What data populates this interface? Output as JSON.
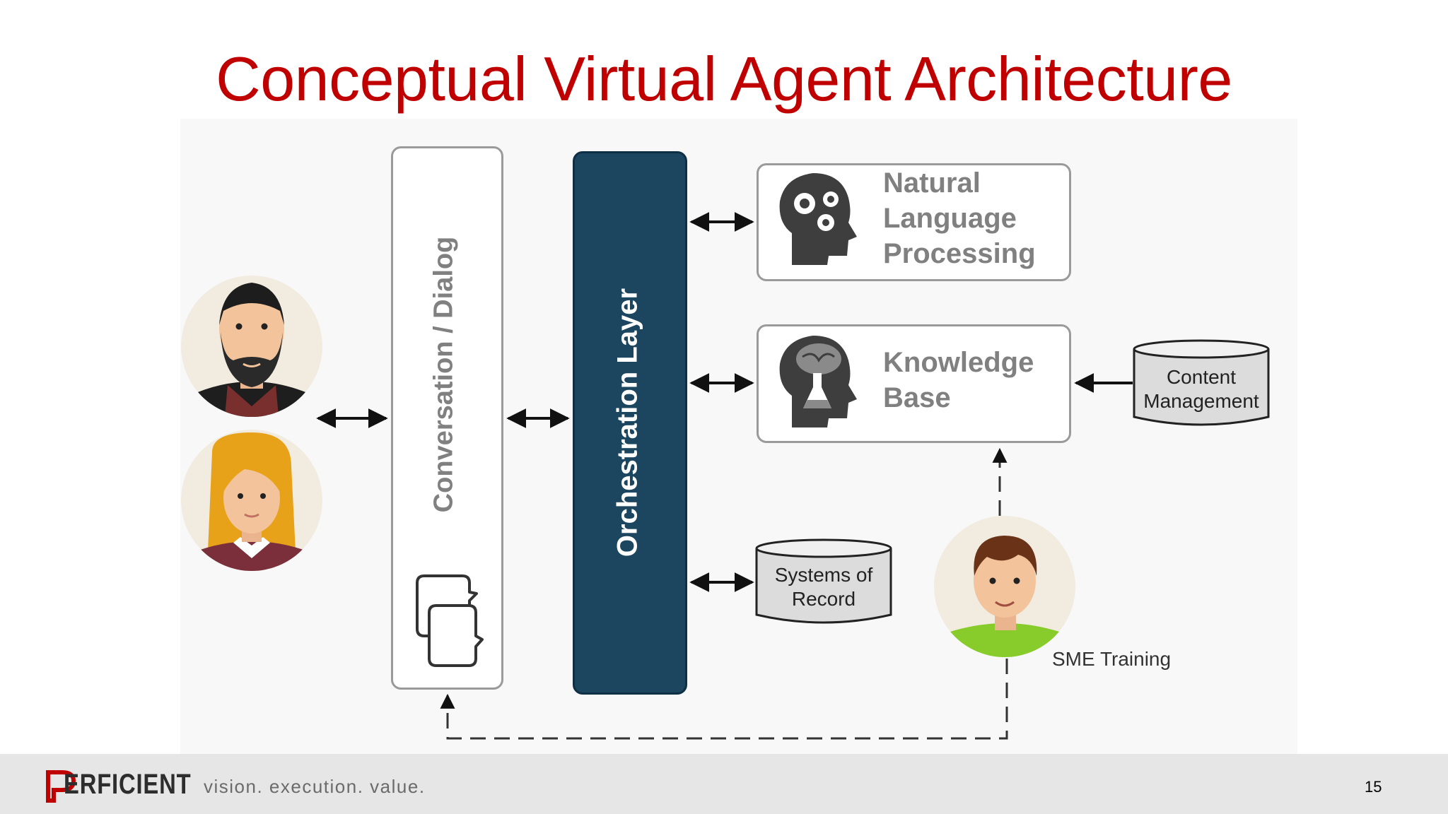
{
  "slide": {
    "title": "Conceptual Virtual Agent Architecture",
    "page_number": "15"
  },
  "diagram": {
    "conversation_layer": "Conversation / Dialog",
    "orchestration_layer": "Orchestration Layer",
    "nlp": {
      "line1": "Natural",
      "line2": "Language",
      "line3": "Processing"
    },
    "knowledge_base": {
      "line1": "Knowledge",
      "line2": "Base"
    },
    "content_management": {
      "line1": "Content",
      "line2": "Management"
    },
    "systems_of_record": {
      "line1": "Systems of",
      "line2": "Record"
    },
    "sme_training": "SME Training"
  },
  "footer": {
    "logo_text": "ERFICIENT",
    "tagline": "vision.  execution.  value."
  },
  "colors": {
    "title": "#c00000",
    "orchestration": "#1c4560",
    "box_border": "#9a9a9a",
    "label_gray": "#808080"
  },
  "icons": [
    "user-man-avatar",
    "user-woman-avatar",
    "sme-avatar",
    "chat-bubbles-icon",
    "gears-head-icon",
    "brain-flask-head-icon",
    "database-icon"
  ]
}
